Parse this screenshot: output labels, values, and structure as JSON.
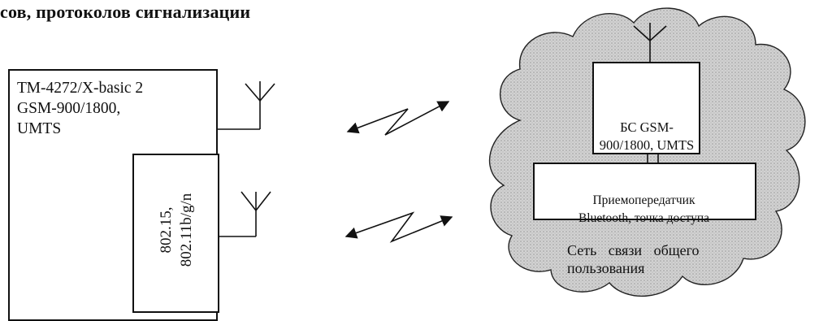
{
  "heading": "сов, протоколов сигнализации",
  "device": {
    "label": "ТМ-4272/X-basic 2\nGSM-900/1800,\nUMTS",
    "wifi_module_label": "802.15,\n802.11b/g/n"
  },
  "network": {
    "base_station_label": "БС GSM-\n900/1800, UMTS",
    "transceiver_label": "Приемопередатчик\nBluetooth, точка доступа",
    "network_label": "Сеть связи общего\nпользования"
  }
}
